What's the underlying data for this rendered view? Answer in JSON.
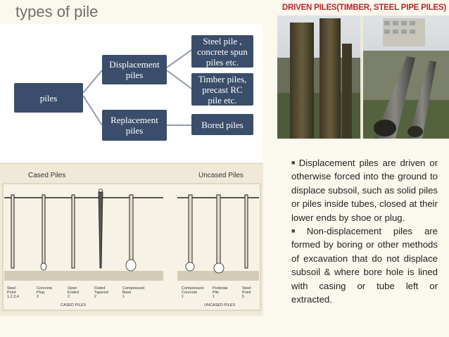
{
  "title": "types of pile",
  "diagram": {
    "root": "piles",
    "displacement": "Displacement\npiles",
    "replacement": "Replacement\npiles",
    "steel": "Steel pile ,\nconcrete spun\npiles etc.",
    "timber": "Timber piles,\nprecast RC\npile etc.",
    "bored": "Bored piles",
    "box_color": "#3a4d6a"
  },
  "photo_caption": "DRIVEN PILES(TIMBER, STEEL PIPE PILES)",
  "description": {
    "para1": "Displacement piles are driven or otherwise forced into the ground to displace subsoil, such as solid piles or piles inside tubes, closed at their lower ends by shoe or plug.",
    "para2": "Non-displacement piles are formed by boring or other methods of excavation that do not displace subsoil & where bore hole is lined with casing or tube left or extracted."
  },
  "drawing": {
    "cased_label": "Cased Piles",
    "uncased_label": "Uncased Piles",
    "cased_caption": "CASED PILES",
    "uncased_caption": "UNCASED PILES",
    "cased_types": [
      {
        "name": "Steel",
        "line2": "Point",
        "line3": "1,2,3,4"
      },
      {
        "name": "Concrete",
        "line2": "Plug",
        "line3": "2"
      },
      {
        "name": "Open",
        "line2": "Ended",
        "line3": "2"
      },
      {
        "name": "Fluted",
        "line2": "Tapered",
        "line3": "2"
      },
      {
        "name": "Compressed",
        "line2": "Base",
        "line3": "1"
      }
    ],
    "uncased_types": [
      {
        "name": "Compressed",
        "line2": "Concrete",
        "line3": "1"
      },
      {
        "name": "Pedestal",
        "line2": "Pile",
        "line3": "1"
      },
      {
        "name": "Steel",
        "line2": "Point",
        "line3": "5"
      }
    ]
  }
}
